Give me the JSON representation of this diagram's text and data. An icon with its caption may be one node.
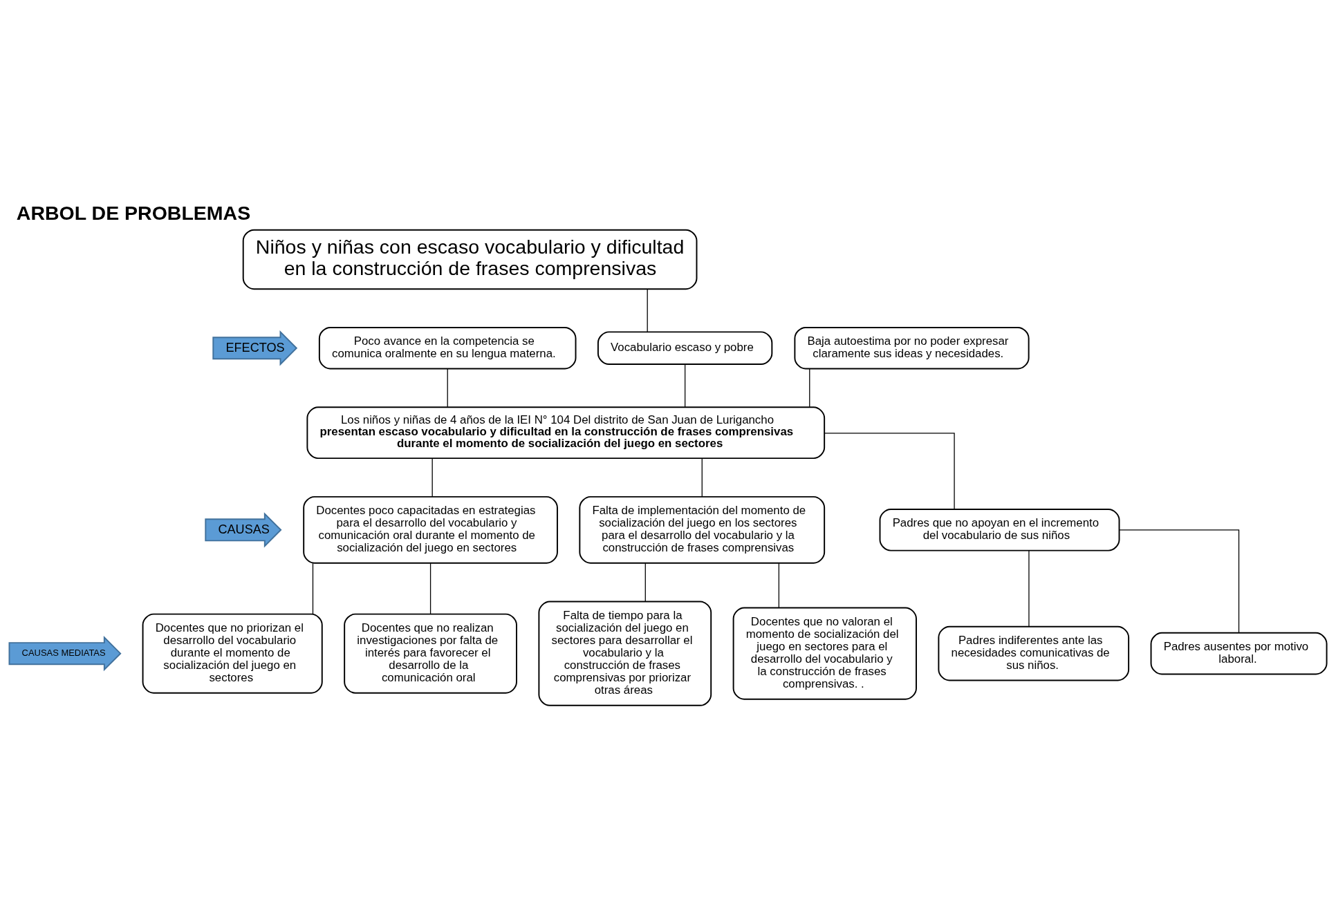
{
  "diagram": {
    "title": "ARBOL DE PROBLEMAS",
    "nodes": [
      {
        "text": [
          "Niños y niñas con escaso vocabulario y dificultad en la construcción de frases comprensivas"
        ]
      },
      {
        "text": [
          "EFECTOS"
        ]
      },
      {
        "text": [
          "Poco avance en la competencia se comunica oralmente en su lengua materna."
        ]
      },
      {
        "text": [
          "Vocabulario escaso y pobre"
        ]
      },
      {
        "text": [
          "Baja autoestima por no poder expresar claramente sus ideas y necesidades."
        ]
      },
      {
        "text": [
          "Los niños y niñas de 4 años de la IEI N° 104 Del distrito de San Juan de Lurigancho **presentan escaso vocabulario y dificultad en la construcción de frases comprensivas durante el momento de socialización del juego en sectores**"
        ]
      },
      {
        "text": [
          "CAUSAS"
        ]
      },
      {
        "text": [
          "Docentes poco capacitadas en estrategias para el desarrollo del vocabulario y comunicación oral durante el momento de socialización del juego en sectores"
        ]
      },
      {
        "text": [
          "Falta de implementación del momento de socialización del juego en los sectores para el desarrollo del vocabulario y la construcción de frases comprensivas"
        ]
      },
      {
        "text": [
          "Padres que no apoyan en el incremento del vocabulario de sus niños"
        ]
      },
      {
        "text": [
          "CAUSAS MEDIATAS"
        ]
      },
      {
        "text": [
          "Docentes que no priorizan el desarrollo del vocabulario durante el momento de socialización del juego en sectores"
        ]
      },
      {
        "text": [
          "Docentes que no realizan investigaciones por falta de interés para favorecer el desarrollo de la comunicación oral"
        ]
      },
      {
        "text": [
          "Falta de tiempo para la socialización del juego en sectores para desarrollar el vocabulario y la construcción de frases comprensivas por priorizar otras áreas"
        ]
      },
      {
        "text": [
          "Docentes que no valoran el momento de socialización del juego en sectores para el desarrollo del vocabulario y la construcción de frases comprensivas. ."
        ]
      },
      {
        "text": [
          "Padres indiferentes ante las necesidades comunicativas de sus niños."
        ]
      },
      {
        "text": [
          "Padres ausentes por motivo laboral."
        ]
      }
    ],
    "edges": [
      {
        "from": 0,
        "to": 3,
        "arrow": "none"
      },
      {
        "from": 2,
        "to": 5,
        "arrow": "none"
      },
      {
        "from": 3,
        "to": 5,
        "arrow": "none"
      },
      {
        "from": 4,
        "to": 5,
        "arrow": "none"
      },
      {
        "from": 5,
        "to": 7,
        "arrow": "none"
      },
      {
        "from": 5,
        "to": 8,
        "arrow": "none"
      },
      {
        "from": 5,
        "to": 9,
        "arrow": "none"
      },
      {
        "from": 7,
        "to": 11,
        "arrow": "none"
      },
      {
        "from": 7,
        "to": 12,
        "arrow": "none"
      },
      {
        "from": 8,
        "to": 13,
        "arrow": "none"
      },
      {
        "from": 8,
        "to": 14,
        "arrow": "none"
      },
      {
        "from": 9,
        "to": 15,
        "arrow": "none"
      },
      {
        "from": 9,
        "to": 16,
        "arrow": "none"
      }
    ]
  }
}
